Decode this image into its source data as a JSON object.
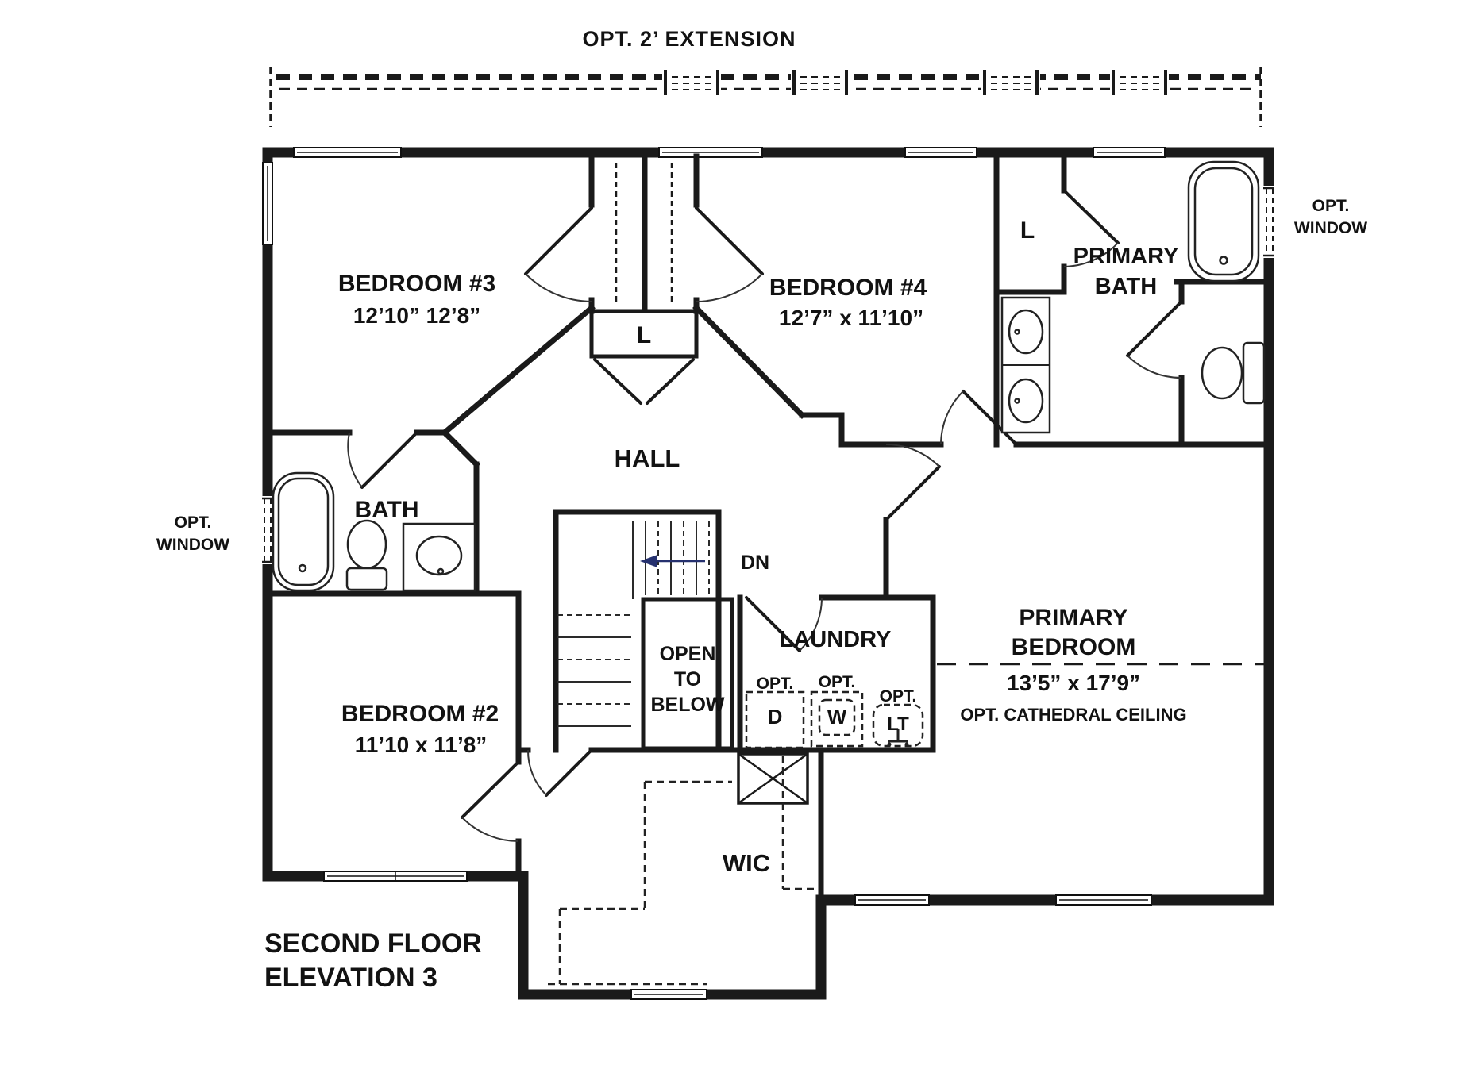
{
  "plan": {
    "title_line1": "SECOND FLOOR",
    "title_line2": "ELEVATION 3",
    "extension_label": "OPT. 2’ EXTENSION",
    "rooms": {
      "bedroom3": {
        "name": "BEDROOM #3",
        "dims": "12’10” 12’8”"
      },
      "bedroom4": {
        "name": "BEDROOM #4",
        "dims": "12’7” x 11’10”"
      },
      "bedroom2": {
        "name": "BEDROOM #2",
        "dims": "11’10 x 11’8”"
      },
      "primary_bedroom": {
        "name_line1": "PRIMARY",
        "name_line2": "BEDROOM",
        "dims": "13’5” x 17’9”",
        "option": "OPT. CATHEDRAL CEILING"
      },
      "primary_bath": {
        "name_line1": "PRIMARY",
        "name_line2": "BATH"
      },
      "bath": {
        "name": "BATH"
      },
      "hall": {
        "name": "HALL"
      },
      "laundry": {
        "name": "LAUNDRY"
      },
      "wic": {
        "name": "WIC"
      },
      "open_to_below": {
        "line1": "OPEN",
        "line2": "TO",
        "line3": "BELOW"
      }
    },
    "labels": {
      "linen_hall": "L",
      "linen_primary": "L",
      "stairs_down": "DN",
      "opt_window_left_line1": "OPT.",
      "opt_window_left_line2": "WINDOW",
      "opt_window_right_line1": "OPT.",
      "opt_window_right_line2": "WINDOW",
      "opt_dryer_label": "OPT.",
      "opt_dryer_letter": "D",
      "opt_washer_label": "OPT.",
      "opt_washer_letter": "W",
      "opt_tub_label": "OPT.",
      "opt_tub_letter": "LT"
    },
    "colors": {
      "wall": "#1a1a1a",
      "arrow": "#26316f",
      "background": "#ffffff"
    }
  }
}
